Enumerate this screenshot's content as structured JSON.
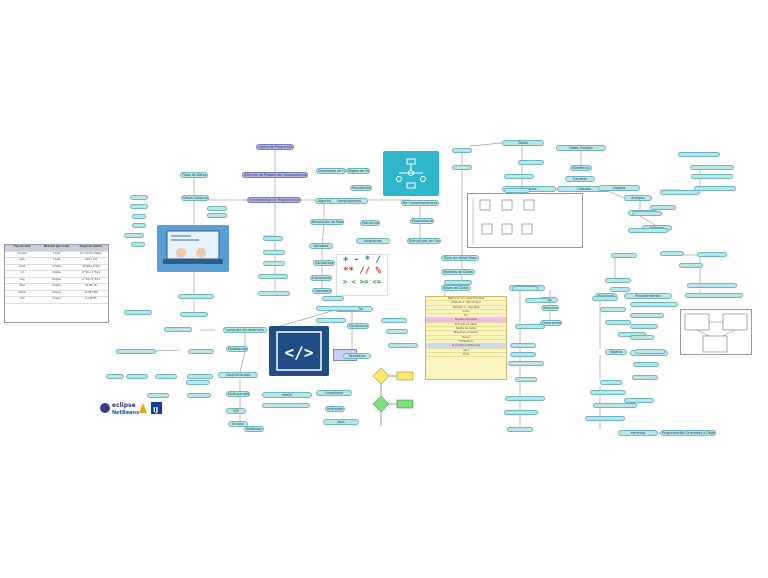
{
  "nodes": {
    "n_lenguajes": "Lógica de Programación",
    "n_solucion": "Solución de Problemas Computacionales",
    "n_fundamentos": "Fundamentos de Programación",
    "n_tipos": "Tipos de Datos",
    "n_datos_comp": "Datos Compuestos",
    "n_diagramas": "Diagramas de Flujo",
    "n_pseudocodigo": "Pseudocódigo",
    "n_reglas": "Reglas de Flujo",
    "n_algoritmo": "Algoritmo",
    "n_computadoras": "Computadoras",
    "n_resolucion": "Resolución de Problemas",
    "n_no_comp": "No Computacionales",
    "n_variables": "Variables",
    "n_constantes": "Constantes",
    "n_expresiones": "Expresiones",
    "n_operadores": "Operadores",
    "n_estructura": "Estructura",
    "n_asignacion": "Asignación",
    "n_programacion": "Programación",
    "n_estructuras_control": "Estructuras de Control",
    "n_lenguaje_desarrollo": "Lenguaje de desarrollo",
    "n_paradigmas": "Paradigmas",
    "n_caracteristicas": "Características",
    "n_multi_paradigma": "Multi-paradigma",
    "n_ide": "IDE",
    "n_eclipse": "Eclipse",
    "n_netbeans": "NetBeans",
    "n_intellij": "IntelliJ",
    "n_compilador": "Compilador",
    "n_interprete": "Intérprete",
    "n_java": "Java",
    "n_secuencial": "Secuencial",
    "n_condicional": "Condicional",
    "n_repetitiva": "Repetitiva",
    "n_tipos_datos_base": "Tipos de datos Base",
    "n_modelos": "Modelos de Datos",
    "n_bases_datos": "Bases de Datos",
    "n_tablas": "Tablas",
    "n_registros": "Registros",
    "n_campos": "Campos",
    "n_sql": "SQL",
    "n_relaciones": "Relaciones",
    "n_clave_primaria": "Clave primaria",
    "n_clave_foranea": "Clave foránea",
    "n_datos_simples": "Datos Simples",
    "n_numericos": "Numéricos",
    "n_caracter": "Carácter",
    "n_logicos": "Lógicos",
    "n_arreglos": "Arreglos",
    "n_vectores": "Vectores",
    "n_matrices": "Matrices",
    "n_funciones": "Funciones",
    "n_procedimientos": "Procedimientos",
    "n_objetos": "Objetos",
    "n_clases": "Clases",
    "n_herencia": "Herencia",
    "n_poo": "Programación Orientada a Objetos"
  },
  "images": {
    "flow_icon": "flowchart-icon",
    "code_icon": "code-brackets-icon",
    "operators_icon": "operators-icon",
    "laptop_icon": "developer-laptop-icon",
    "ide_logos": "ide-logos"
  },
  "operator_text": {
    "line1": "+ - * /",
    "line2": "** // %",
    "line3": "> < >= <="
  },
  "table": {
    "headers": [
      "Tipo de dato",
      "Memoria que ocupa",
      "Rango de valores"
    ],
    "rows": [
      [
        "boolean",
        "1 byte",
        "0 o 1 (true o false)"
      ],
      [
        "byte",
        "1 byte",
        "-128 a 127"
      ],
      [
        "short",
        "2 bytes",
        "-32768 a 32767"
      ],
      [
        "int",
        "4 bytes",
        "-2^31 a 2^31-1"
      ],
      [
        "long",
        "8 bytes",
        "-2^63 a 2^63-1"
      ],
      [
        "float",
        "4 bytes",
        "±3.4E+38"
      ],
      [
        "double",
        "8 bytes",
        "±1.8E+308"
      ],
      [
        "char",
        "2 bytes",
        "0 a 65535"
      ]
    ]
  },
  "code_lines": [
    "Definición de clase Principal",
    "Atributo 1 : tipo Entero",
    "Atributo 2 : tipo Real",
    "Inicio",
    "Fin",
    "Proceso Principal",
    "Entrada de datos",
    "Salida de datos",
    "Mientras condición",
    "Hacer",
    "FinMientras",
    "Si condición Entonces",
    "Sino",
    "FinSi"
  ]
}
